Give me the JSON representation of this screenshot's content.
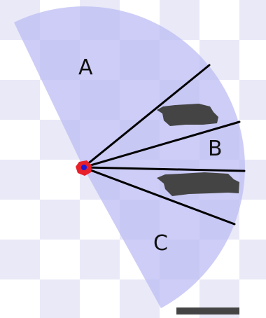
{
  "colors": {
    "checker_dark": "#e9e9f8",
    "checker_light": "#ffffff",
    "sector_fill": "#bcbcf4",
    "ray_stroke": "#000000",
    "obstacle_fill": "#444444",
    "robot_fill": "#e8202a",
    "robot_center_fill": "#1a1ad8"
  },
  "regions": [
    {
      "id": "A",
      "label": "A"
    },
    {
      "id": "B",
      "label": "B"
    },
    {
      "id": "C",
      "label": "C"
    }
  ],
  "icons": {
    "robot": "robot-marker-icon"
  }
}
